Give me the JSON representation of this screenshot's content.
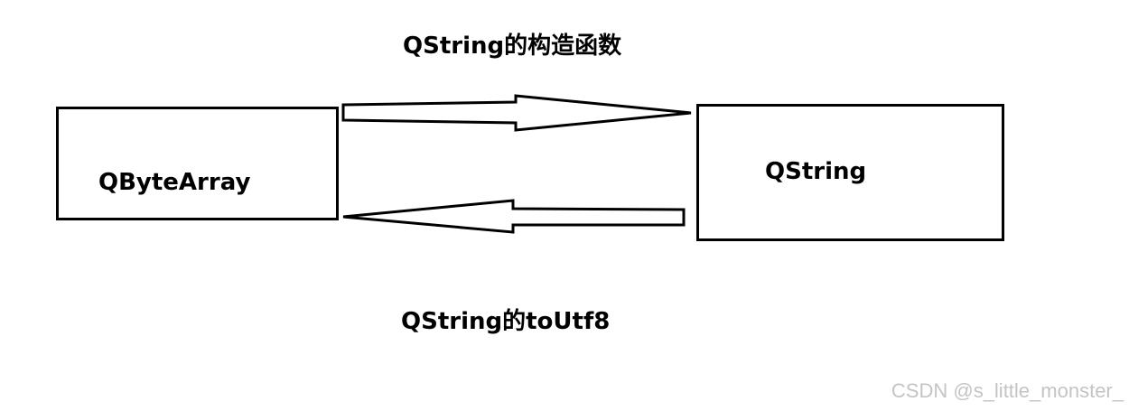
{
  "diagram": {
    "top_caption": "QString的构造函数",
    "bottom_caption": "QString的toUtf8",
    "left_box_label": "QByteArray",
    "right_box_label": "QString"
  },
  "watermark": "CSDN @s_little_monster_",
  "colors": {
    "stroke": "#000000",
    "background": "#ffffff",
    "watermark": "#c4c4c4"
  }
}
